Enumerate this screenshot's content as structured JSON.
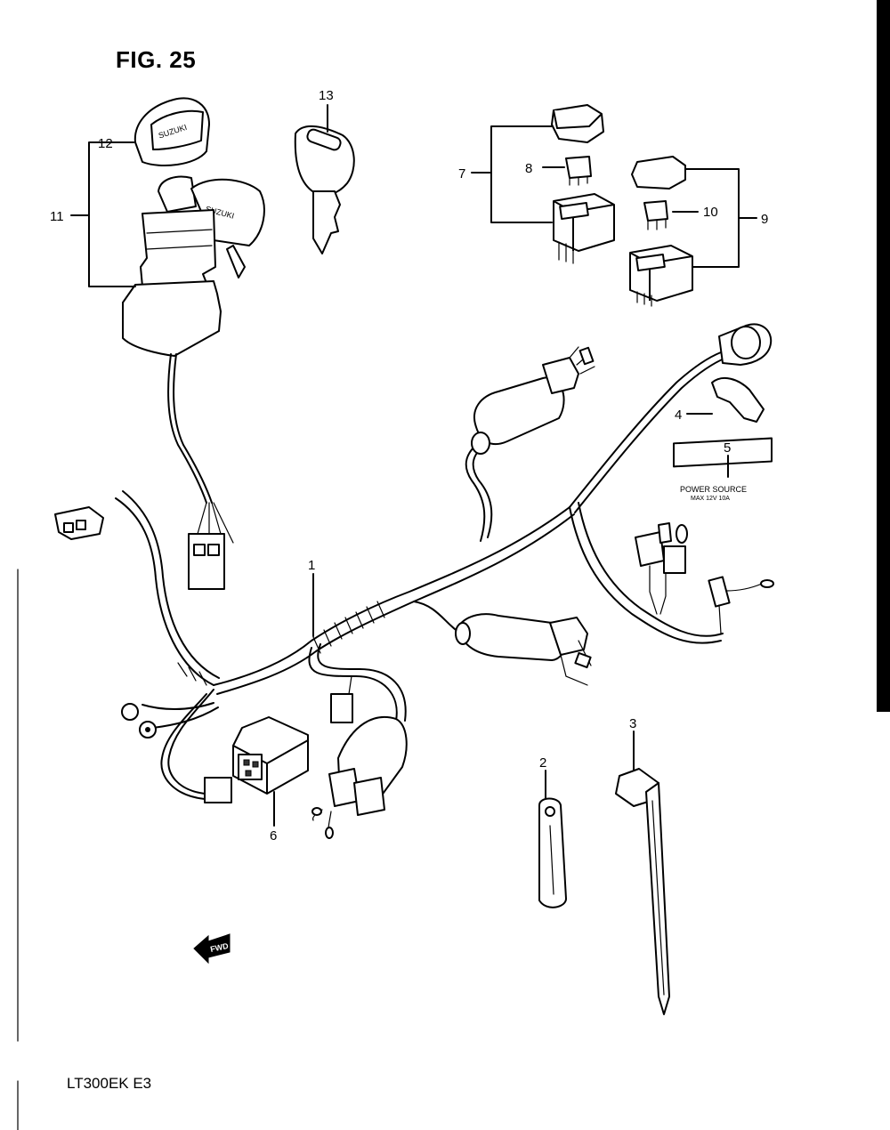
{
  "figure": {
    "title": "FIG. 25",
    "model_code": "LT300EK  E3"
  },
  "callouts": [
    {
      "id": "1",
      "label": "1"
    },
    {
      "id": "2",
      "label": "2"
    },
    {
      "id": "3",
      "label": "3"
    },
    {
      "id": "4",
      "label": "4"
    },
    {
      "id": "5",
      "label": "5"
    },
    {
      "id": "6",
      "label": "6"
    },
    {
      "id": "7",
      "label": "7"
    },
    {
      "id": "8",
      "label": "8"
    },
    {
      "id": "9",
      "label": "9"
    },
    {
      "id": "10",
      "label": "10"
    },
    {
      "id": "11",
      "label": "11"
    },
    {
      "id": "12",
      "label": "12"
    },
    {
      "id": "13",
      "label": "13"
    }
  ],
  "part_text": {
    "ignition_cap_brand": "SUZUKI",
    "ignition_key_brand": "SUZUKI",
    "power_label_line1": "POWER  SOURCE",
    "power_label_line2": "MAX   12V  10A",
    "fwd_arrow": "FWD"
  }
}
